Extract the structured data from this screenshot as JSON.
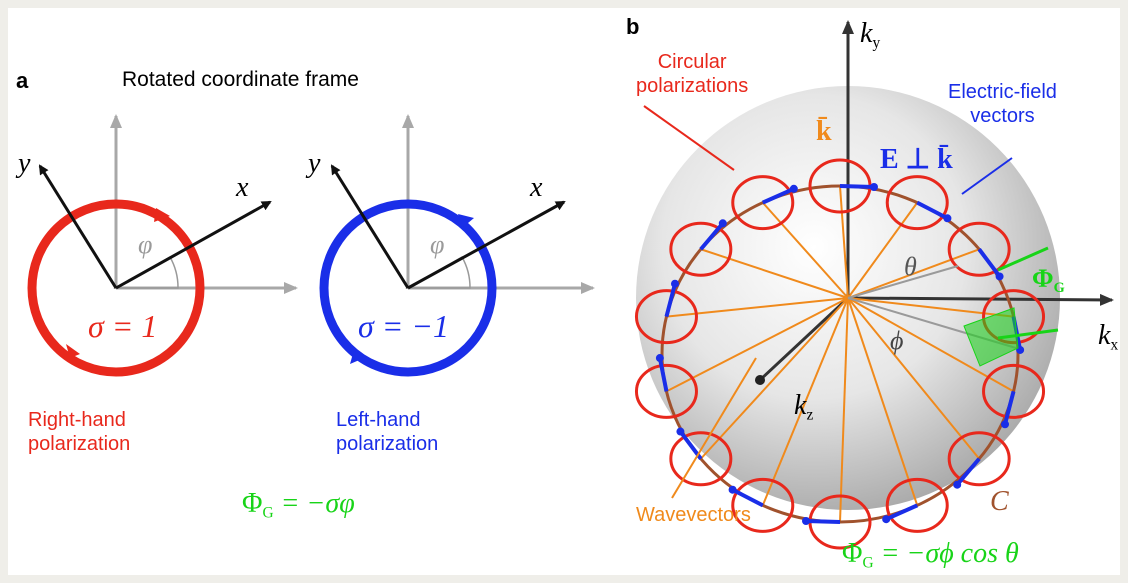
{
  "panel_a": {
    "label": "a",
    "title": "Rotated coordinate frame",
    "left": {
      "axis_x": "x",
      "axis_y": "y",
      "angle": "φ",
      "sigma": "σ = 1",
      "caption_line1": "Right-hand",
      "caption_line2": "polarization",
      "color": "#e8281c"
    },
    "right": {
      "axis_x": "x",
      "axis_y": "y",
      "angle": "φ",
      "sigma": "σ = −1",
      "caption_line1": "Left-hand",
      "caption_line2": "polarization",
      "color": "#1a2ee8"
    },
    "formula_symbol": "Φ",
    "formula_sub": "G",
    "formula_rest": " = −σφ"
  },
  "panel_b": {
    "label": "b",
    "ky": "k",
    "ky_sub": "y",
    "kx": "k",
    "kx_sub": "x",
    "kz": "k",
    "kz_sub": "z",
    "circular_line1": "Circular",
    "circular_line2": "polarizations",
    "efield_line1": "Electric-field",
    "efield_line2": "vectors",
    "kbar": "k̄",
    "e_perp": "E ⊥ k̄",
    "theta": "θ",
    "phi": "ϕ",
    "phi_g": "Φ",
    "phi_g_sub": "G",
    "contour": "C",
    "wavevectors": "Wavevectors",
    "formula_symbol": "Φ",
    "formula_sub": "G",
    "formula_rest": " = −σϕ cos θ"
  },
  "colors": {
    "red": "#e8281c",
    "blue": "#1a2ee8",
    "orange": "#f08a1c",
    "green": "#18d418",
    "gray": "#9a9a9a",
    "brown": "#a0522d"
  }
}
